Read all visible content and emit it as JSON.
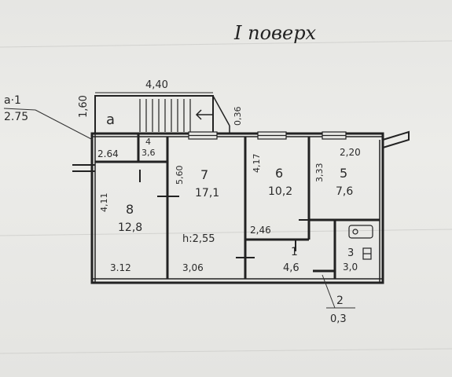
{
  "title": "I поверх",
  "annex": {
    "label": "a·1",
    "value": "2.75",
    "room_letter": "a"
  },
  "dims": {
    "stair_width": "4,40",
    "stair_depth": "1,60",
    "gap": "0,36",
    "room8_side": "4,11",
    "room7_side": "5,60",
    "room6_side": "4,17",
    "room5_side": "3,33",
    "room5_top": "2,20",
    "room8_bottom": "3.12",
    "room7_bottom": "3,06",
    "room1_side": "2,46",
    "height": "h:2,55"
  },
  "rooms": {
    "r4": {
      "num": "4",
      "area": "3,6",
      "left_dim": "2.64"
    },
    "r7": {
      "num": "7",
      "area": "17,1"
    },
    "r6": {
      "num": "6",
      "area": "10,2"
    },
    "r5": {
      "num": "5",
      "area": "7,6"
    },
    "r8": {
      "num": "8",
      "area": "12,8"
    },
    "r1": {
      "num": "1",
      "area": "4,6"
    },
    "r3": {
      "num": "3",
      "area": "3,0"
    },
    "r2": {
      "num": "2",
      "area": "0,3"
    }
  },
  "colors": {
    "ink": "#222222",
    "paper": "#e8e8e5"
  }
}
